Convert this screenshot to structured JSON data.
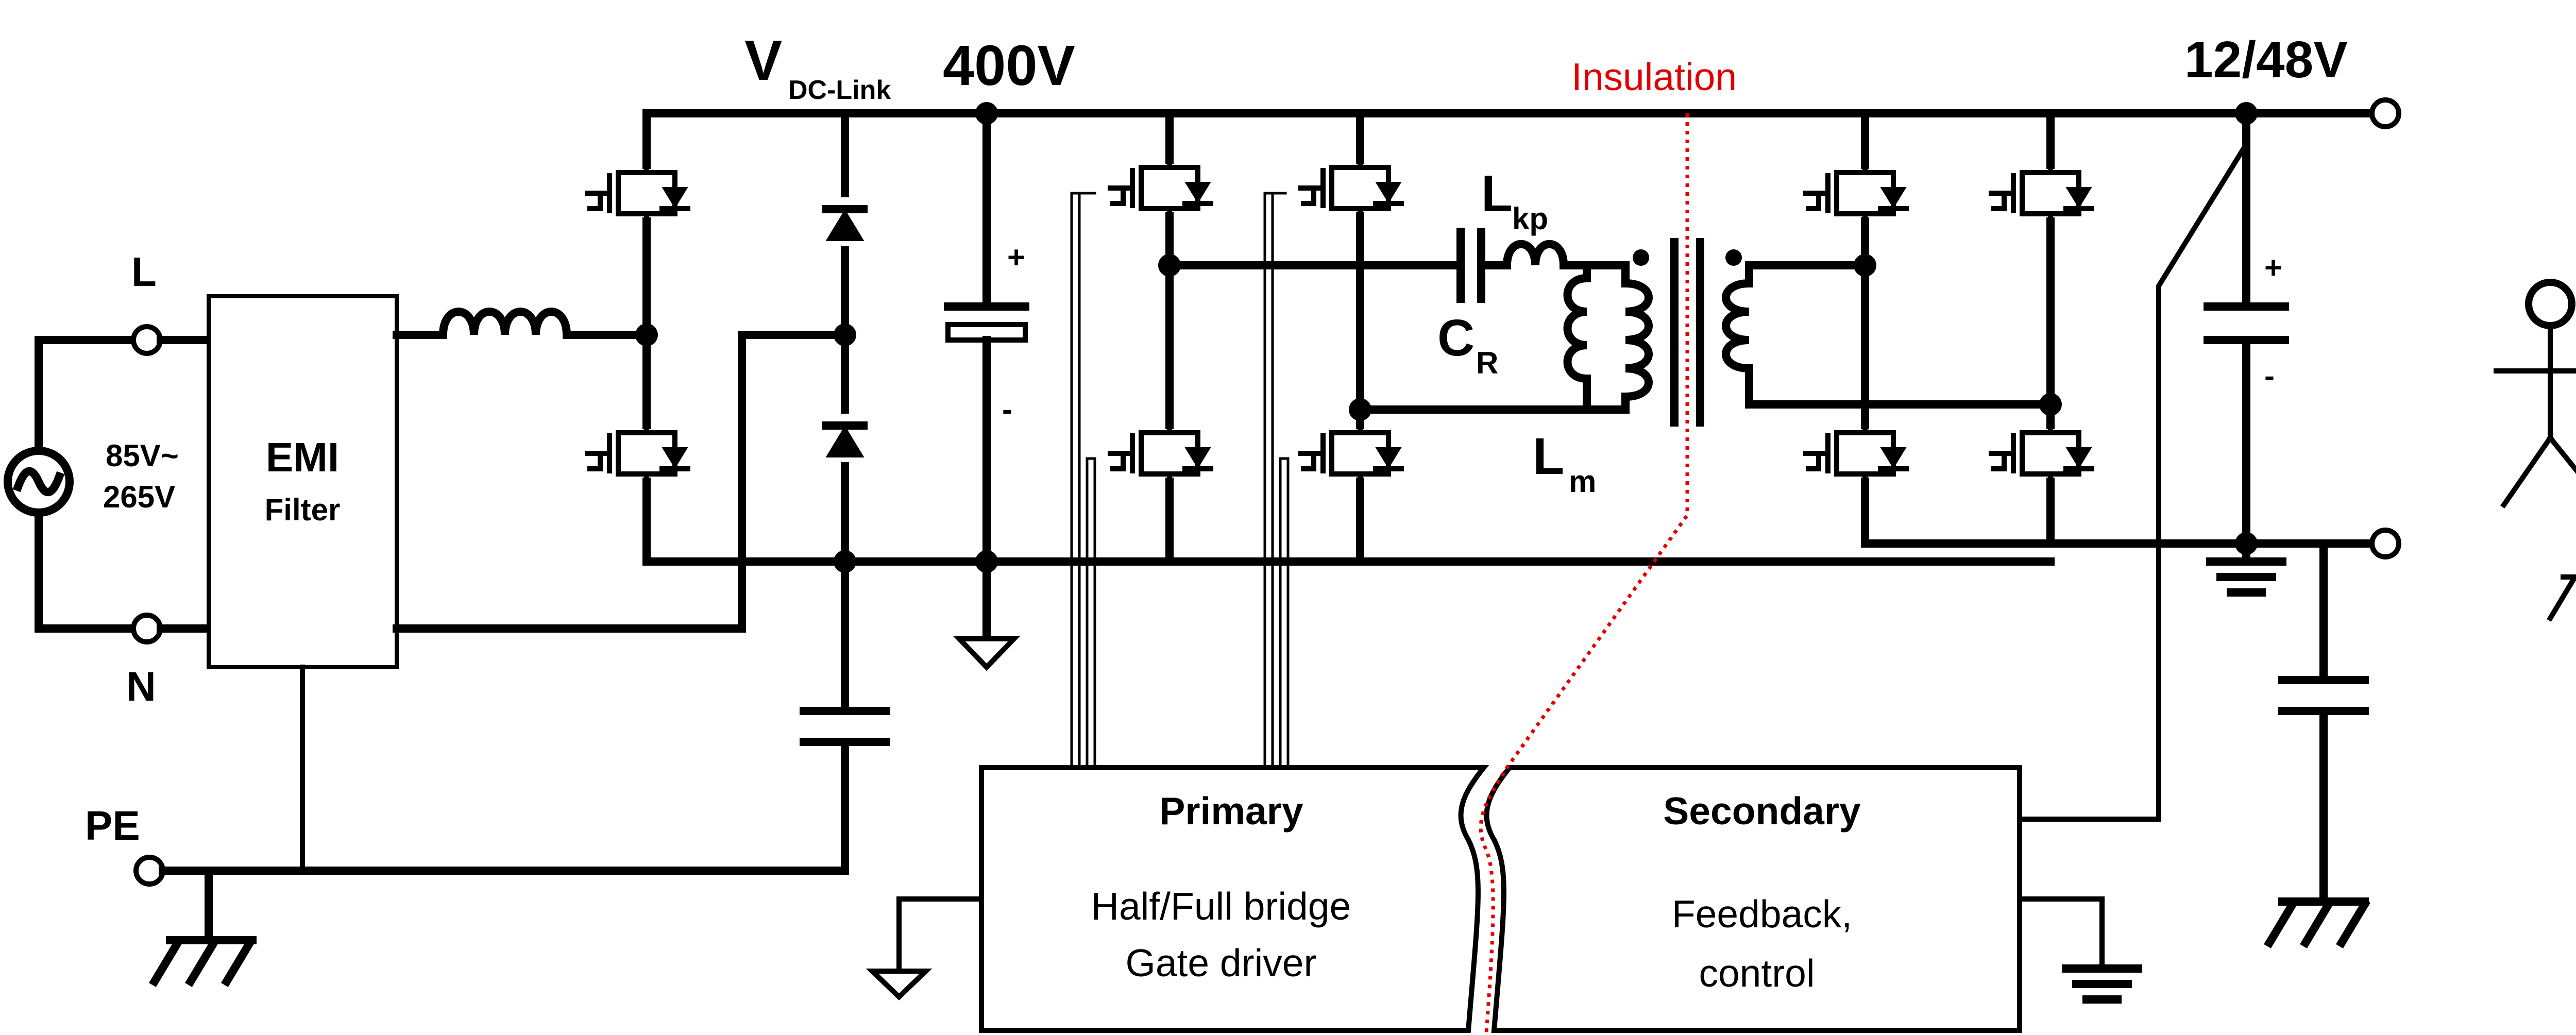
{
  "labels": {
    "vdc_main": "V",
    "vdc_sub": "DC-Link",
    "dc_link_voltage": "400V",
    "output_voltage": "12/48V",
    "insulation": "Insulation",
    "line": "L",
    "neutral": "N",
    "protective_earth": "PE",
    "input_range_top": "85V~",
    "input_range_bottom": "265V",
    "emi_title": "EMI",
    "emi_sub": "Filter",
    "leak_inductor_main": "L",
    "leak_inductor_sub": "kp",
    "res_cap_main": "C",
    "res_cap_sub": "R",
    "mag_inductor_main": "L",
    "mag_inductor_sub": "m",
    "plus_sign": "+",
    "minus_sign": "-",
    "primary_title": "Primary",
    "primary_line1": "Half/Full bridge",
    "primary_line2": "Gate driver",
    "secondary_title": "Secondary",
    "secondary_line1": "Feedback,",
    "secondary_line2": "control"
  },
  "colors": {
    "wire": "#000000",
    "insulation": "#e00000",
    "background": "#ffffff"
  }
}
